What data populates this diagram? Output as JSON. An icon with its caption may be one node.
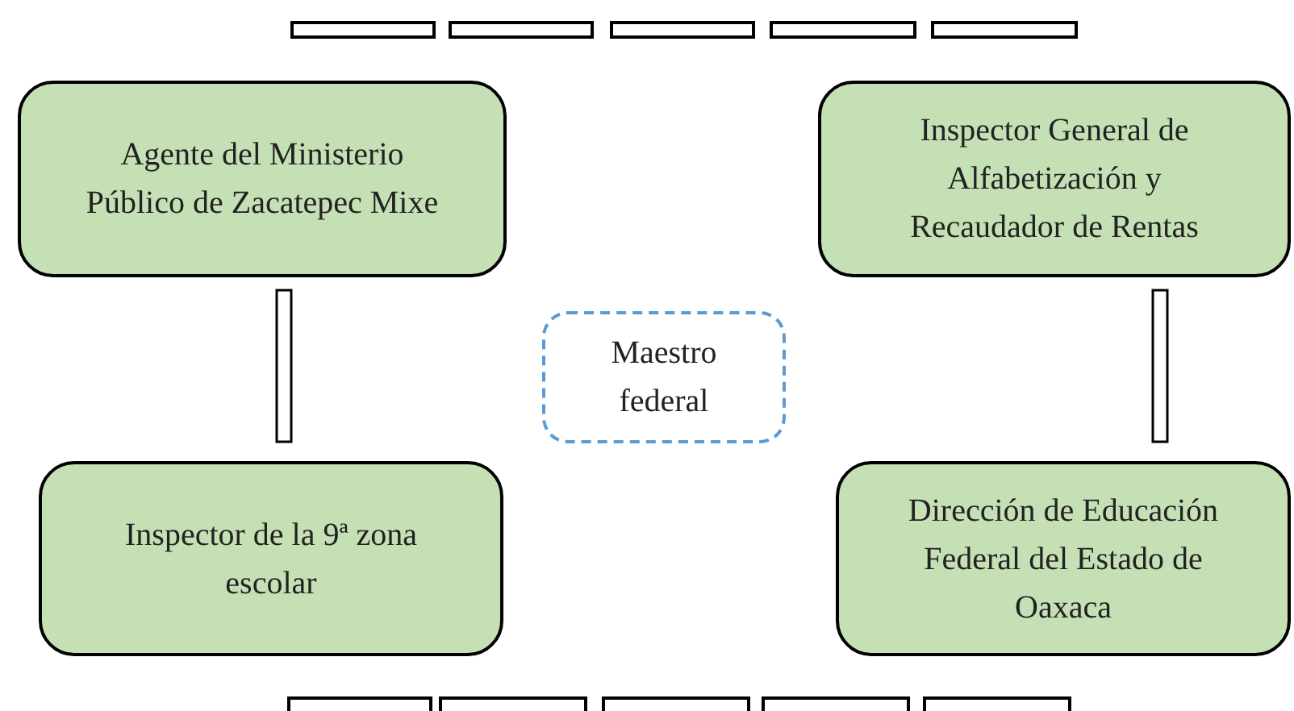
{
  "diagram": {
    "nodes": [
      {
        "text": [],
        "shape": "bar"
      },
      {
        "text": [],
        "shape": "bar"
      },
      {
        "text": [],
        "shape": "bar"
      },
      {
        "text": [],
        "shape": "bar"
      },
      {
        "text": [],
        "shape": "bar"
      },
      {
        "text": [
          "Agente del Ministerio Público de Zacatepec Mixe"
        ]
      },
      {
        "text": [
          "Inspector General de Alfabetización y Recaudador de Rentas"
        ]
      },
      {
        "text": [
          "Maestro federal"
        ]
      },
      {
        "text": [
          "Inspector de la 9ª zona escolar"
        ]
      },
      {
        "text": [
          "Dirección de Educación Federal del Estado de Oaxaca"
        ]
      },
      {
        "text": [],
        "shape": "bar"
      },
      {
        "text": [],
        "shape": "bar"
      },
      {
        "text": [],
        "shape": "bar"
      },
      {
        "text": [],
        "shape": "bar"
      },
      {
        "text": [],
        "shape": "bar"
      }
    ],
    "edges": [
      {
        "from": 5,
        "to": 8,
        "arrow": "none",
        "style": "thick"
      },
      {
        "from": 6,
        "to": 9,
        "arrow": "none",
        "style": "thick"
      }
    ]
  }
}
